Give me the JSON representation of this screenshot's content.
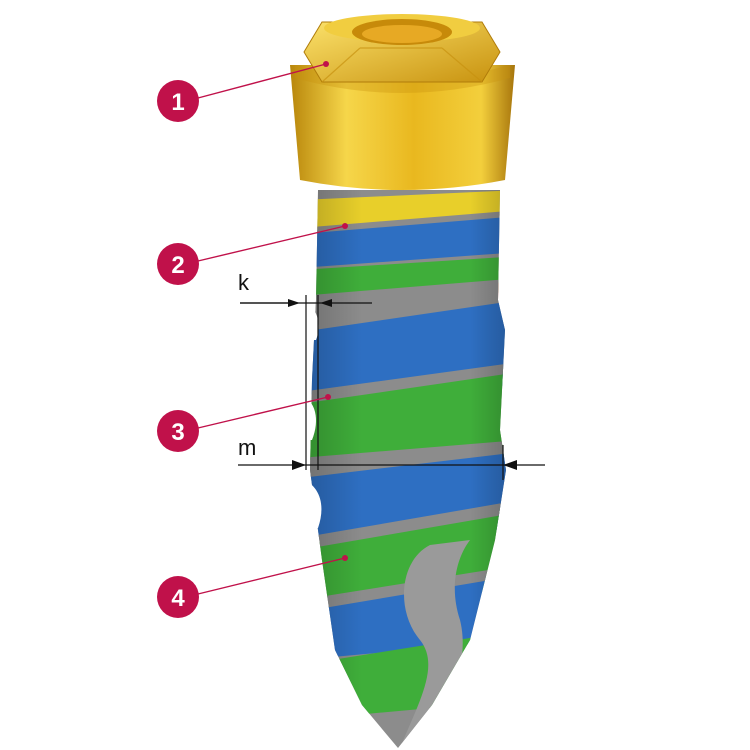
{
  "markers": [
    {
      "label": "1"
    },
    {
      "label": "2"
    },
    {
      "label": "3"
    },
    {
      "label": "4"
    }
  ],
  "dimensions": {
    "k": "k",
    "m": "m"
  },
  "colors": {
    "marker": "#c0114a",
    "gold": "#e6b41e",
    "blue": "#2e6fc2",
    "green": "#3fae3a",
    "gray": "#8c8c8c",
    "yellow": "#e8cf2a",
    "red": "#d2282a"
  }
}
